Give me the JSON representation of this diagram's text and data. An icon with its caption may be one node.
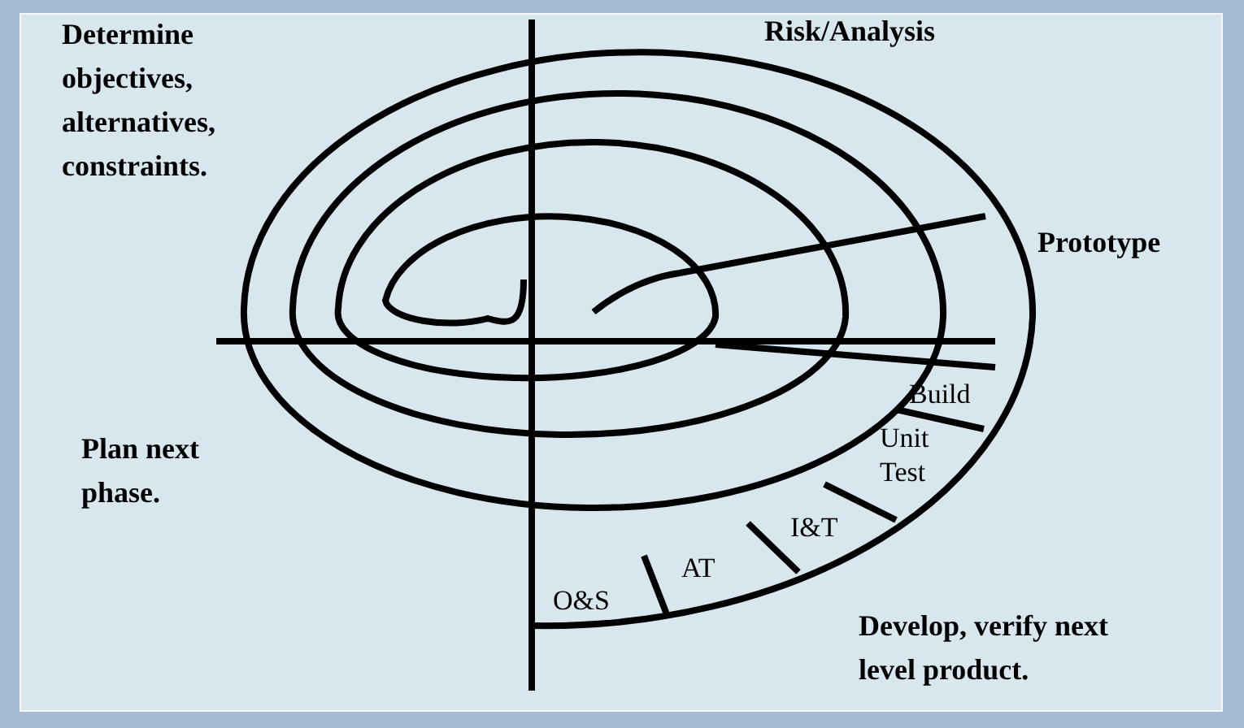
{
  "diagram": {
    "labels": [
      "Determine objectives, alternatives, constraints.",
      "Risk/Analysis",
      "Prototype",
      "Plan next phase.",
      "Develop, verify next level product.",
      "Build",
      "Unit Test",
      "I&T",
      "AT",
      "O&S"
    ]
  }
}
